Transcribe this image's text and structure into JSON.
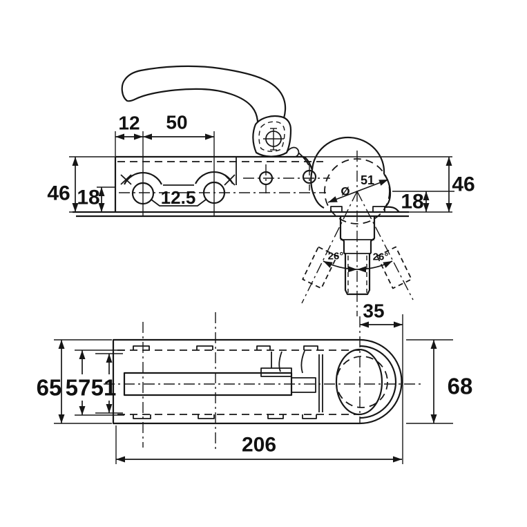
{
  "drawing": {
    "top_view": {
      "dim_12": "12",
      "dim_50": "50",
      "dim_46_left": "46",
      "dim_18_left": "18",
      "dim_12_5": "12.5",
      "dia_symbol": "Ø",
      "dia_value": "51",
      "dim_46_right": "46",
      "dim_18_right": "18",
      "angle_left": "26°",
      "angle_right": "26°"
    },
    "bottom_view": {
      "dim_35": "35",
      "dim_65": "65",
      "dim_57": "57",
      "dim_51": "51",
      "dim_68": "68",
      "dim_206": "206"
    },
    "line_color": "#161616",
    "background_color": "#ffffff"
  }
}
